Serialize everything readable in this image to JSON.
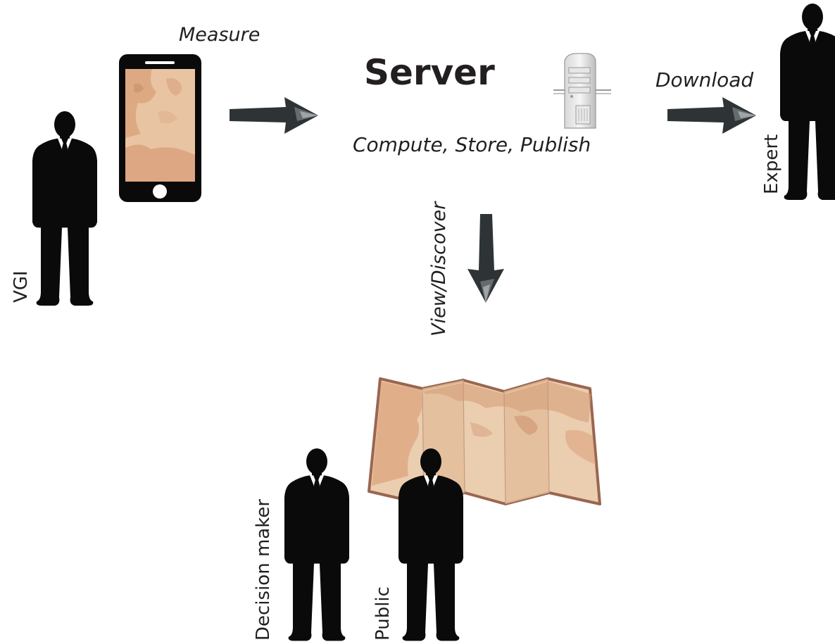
{
  "labels": {
    "measure": "Measure",
    "server": "Server",
    "compute_store_publish": "Compute, Store, Publish",
    "download": "Download",
    "view_discover": "View/Discover",
    "vgi": "VGI",
    "expert": "Expert",
    "decision_maker": "Decision maker",
    "public": "Public"
  },
  "colors": {
    "figure": "#0a0a0a",
    "arrow": "#2e3436",
    "text": "#231f20",
    "map_light": "#e8c4a2",
    "map_mid": "#d9a27c",
    "map_border": "#9a6650",
    "phone_body": "#0a0a0a"
  },
  "icons": [
    "person-silhouette",
    "smartphone-map",
    "server-tower",
    "folded-map",
    "arrow-right",
    "arrow-down"
  ]
}
